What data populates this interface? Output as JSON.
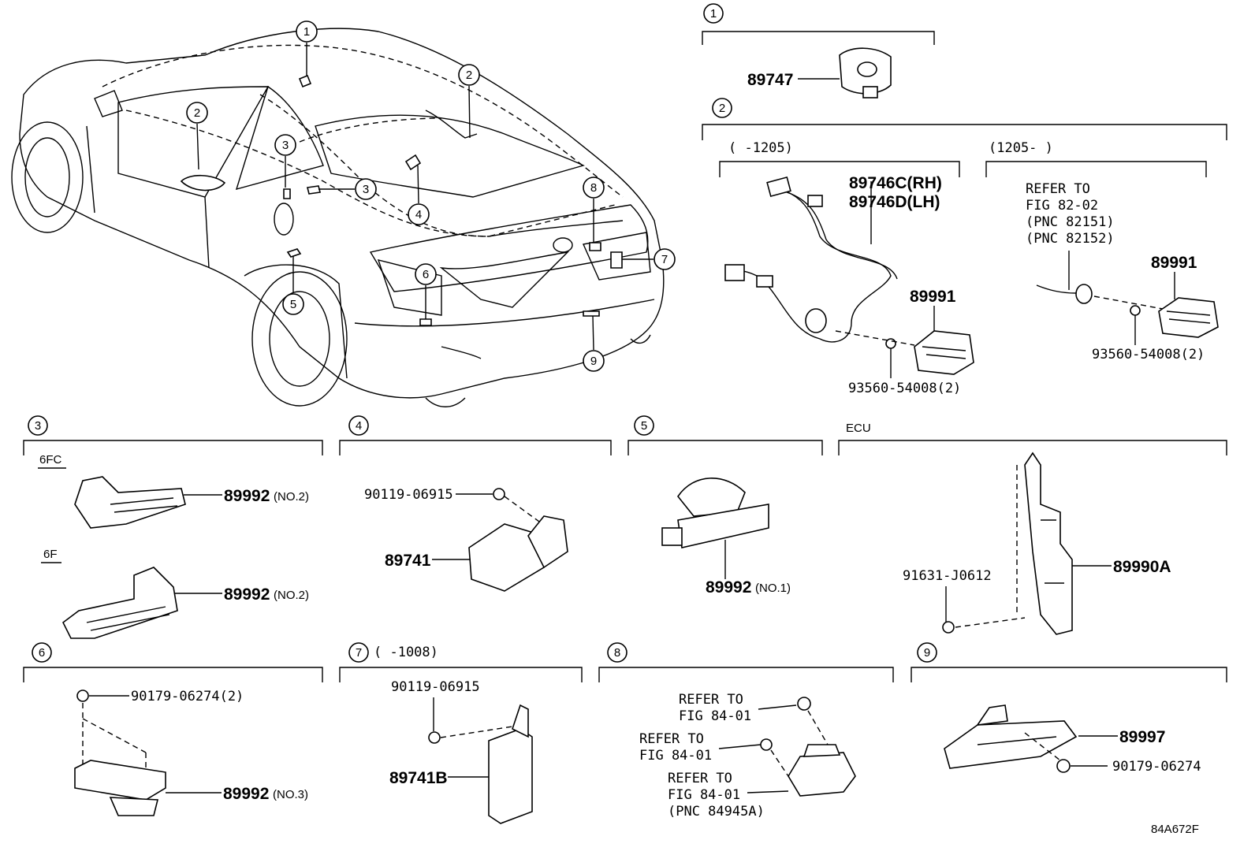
{
  "circle_numbers": [
    "1",
    "2",
    "3",
    "4",
    "5",
    "6",
    "7",
    "8",
    "9"
  ],
  "sections": {
    "s1": {
      "num": "1",
      "part": "89747"
    },
    "s2": {
      "num": "2",
      "left_range": "(     -1205)",
      "right_range": "(1205-     )",
      "harness_rh": "89746C(RH)",
      "harness_lh": "89746D(LH)",
      "sensor_left": "89991",
      "screw_left": "93560-54008(2)",
      "refer_lines": [
        "REFER TO",
        "FIG 82-02",
        "(PNC 82151)",
        "(PNC 82152)"
      ],
      "sensor_right": "89991",
      "screw_right": "93560-54008(2)"
    },
    "s3": {
      "num": "3",
      "variant_a": "6FC",
      "part_a": "89992",
      "part_a_note": "(NO.2)",
      "variant_b": "6F",
      "part_b": "89992",
      "part_b_note": "(NO.2)"
    },
    "s4": {
      "num": "4",
      "bolt": "90119-06915",
      "part": "89741"
    },
    "s5": {
      "num": "5",
      "part": "89992",
      "part_note": "(NO.1)"
    },
    "ecu": {
      "label": "ECU",
      "bolt": "91631-J0612",
      "part": "89990A"
    },
    "s6": {
      "num": "6",
      "nut": "90179-06274(2)",
      "part": "89992",
      "part_note": "(NO.3)"
    },
    "s7": {
      "num": "7",
      "range": "(      -1008)",
      "bolt": "90119-06915",
      "part": "89741B"
    },
    "s8": {
      "num": "8",
      "refer1": [
        "REFER TO",
        "FIG 84-01"
      ],
      "refer2": [
        "REFER TO",
        "FIG 84-01"
      ],
      "refer3": [
        "REFER TO",
        "FIG 84-01",
        "(PNC 84945A)"
      ]
    },
    "s9": {
      "num": "9",
      "part": "89997",
      "nut": "90179-06274"
    }
  },
  "figure_code": "84A672F"
}
